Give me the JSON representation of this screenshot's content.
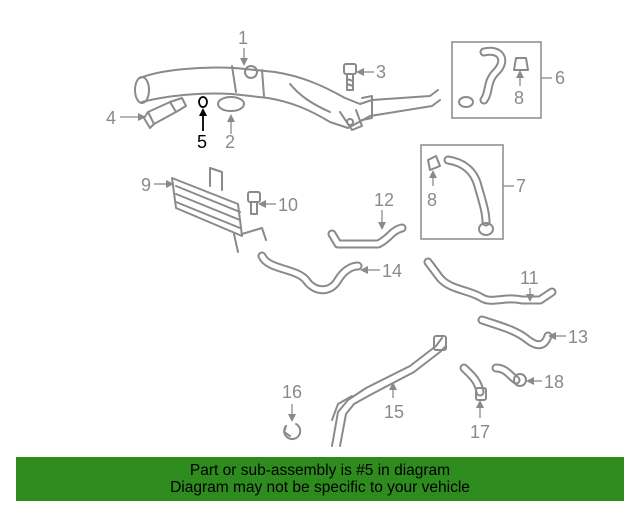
{
  "callouts": {
    "c1": "1",
    "c2": "2",
    "c3": "3",
    "c4": "4",
    "c5": "5",
    "c6": "6",
    "c7": "7",
    "c8a": "8",
    "c8b": "8",
    "c9": "9",
    "c10": "10",
    "c11": "11",
    "c12": "12",
    "c13": "13",
    "c14": "14",
    "c15": "15",
    "c16": "16",
    "c17": "17",
    "c18": "18"
  },
  "highlighted_part": "5",
  "colors": {
    "banner": "#2e8b1e",
    "line_art": "#8a8a8a",
    "highlight": "#000000"
  },
  "banner": {
    "line1": "Part or sub-assembly is #5 in diagram",
    "line2": "Diagram may not be specific to your vehicle"
  }
}
